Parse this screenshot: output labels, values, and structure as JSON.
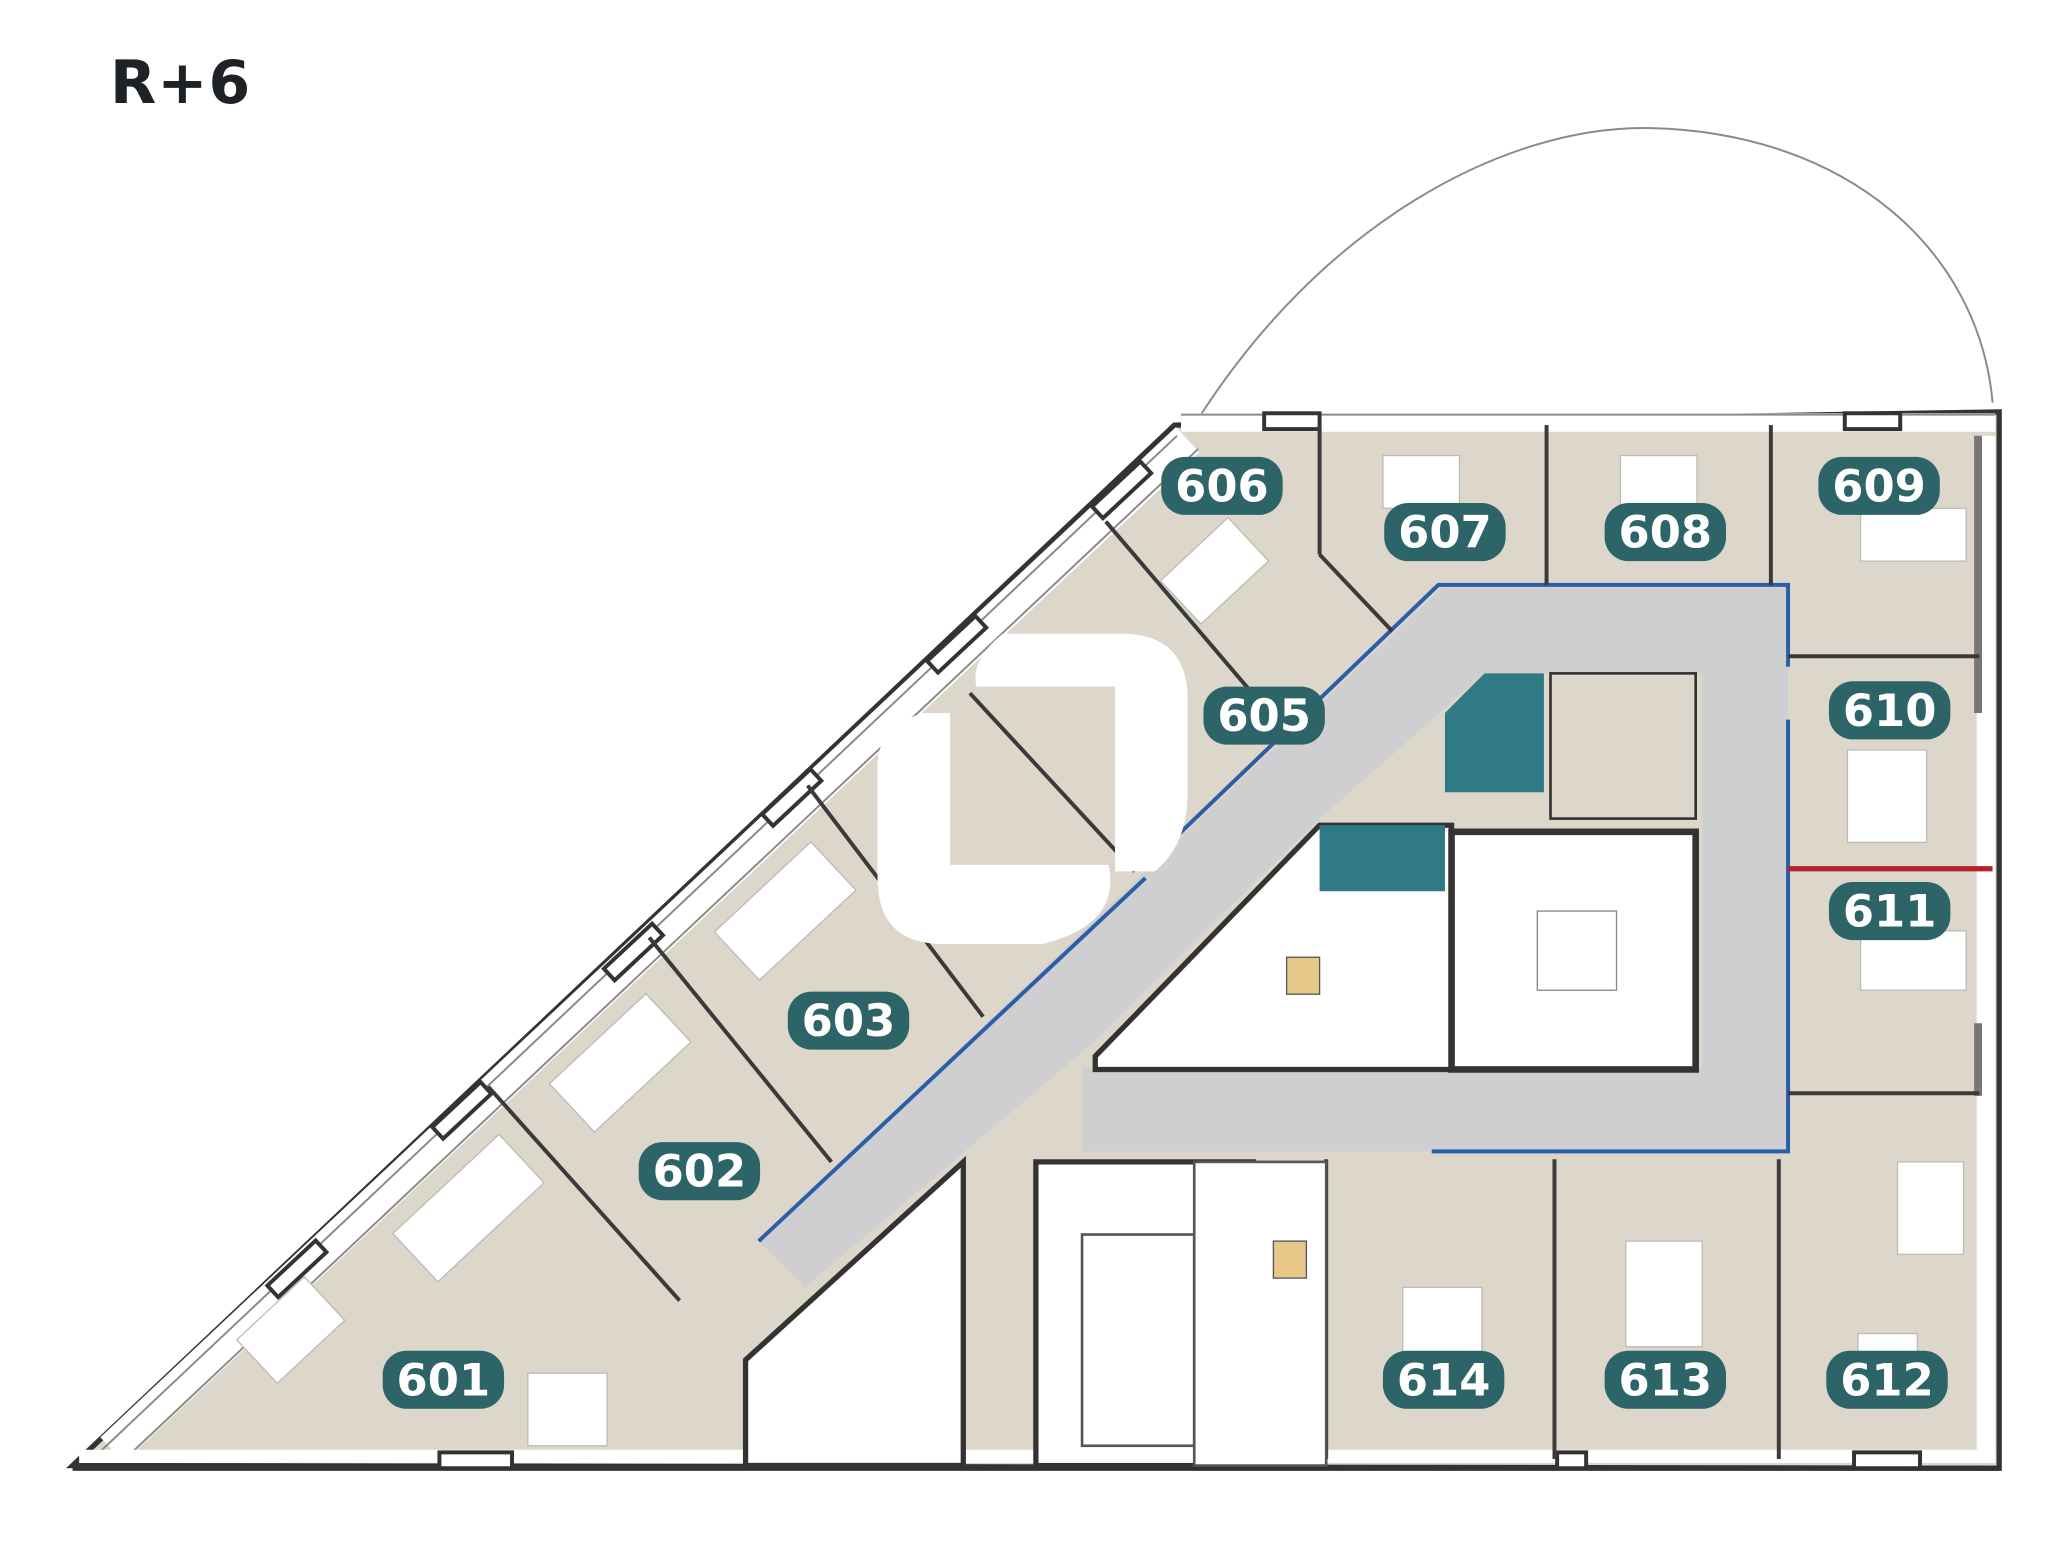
{
  "floor_title": "R+6",
  "rooms": [
    {
      "id": "601",
      "label": "601"
    },
    {
      "id": "602",
      "label": "602"
    },
    {
      "id": "603",
      "label": "603"
    },
    {
      "id": "605",
      "label": "605"
    },
    {
      "id": "606",
      "label": "606"
    },
    {
      "id": "607",
      "label": "607"
    },
    {
      "id": "608",
      "label": "608"
    },
    {
      "id": "609",
      "label": "609"
    },
    {
      "id": "610",
      "label": "610"
    },
    {
      "id": "611",
      "label": "611"
    },
    {
      "id": "612",
      "label": "612"
    },
    {
      "id": "613",
      "label": "613"
    },
    {
      "id": "614",
      "label": "614"
    }
  ],
  "colors": {
    "label_bg": "#2d6468",
    "office_floor": "#dcd7ca",
    "corridor": "#cfcfd1",
    "wet_area": "#2f7a85",
    "partition_accent": "#2a5ea8",
    "fire_line": "#b3212b"
  }
}
